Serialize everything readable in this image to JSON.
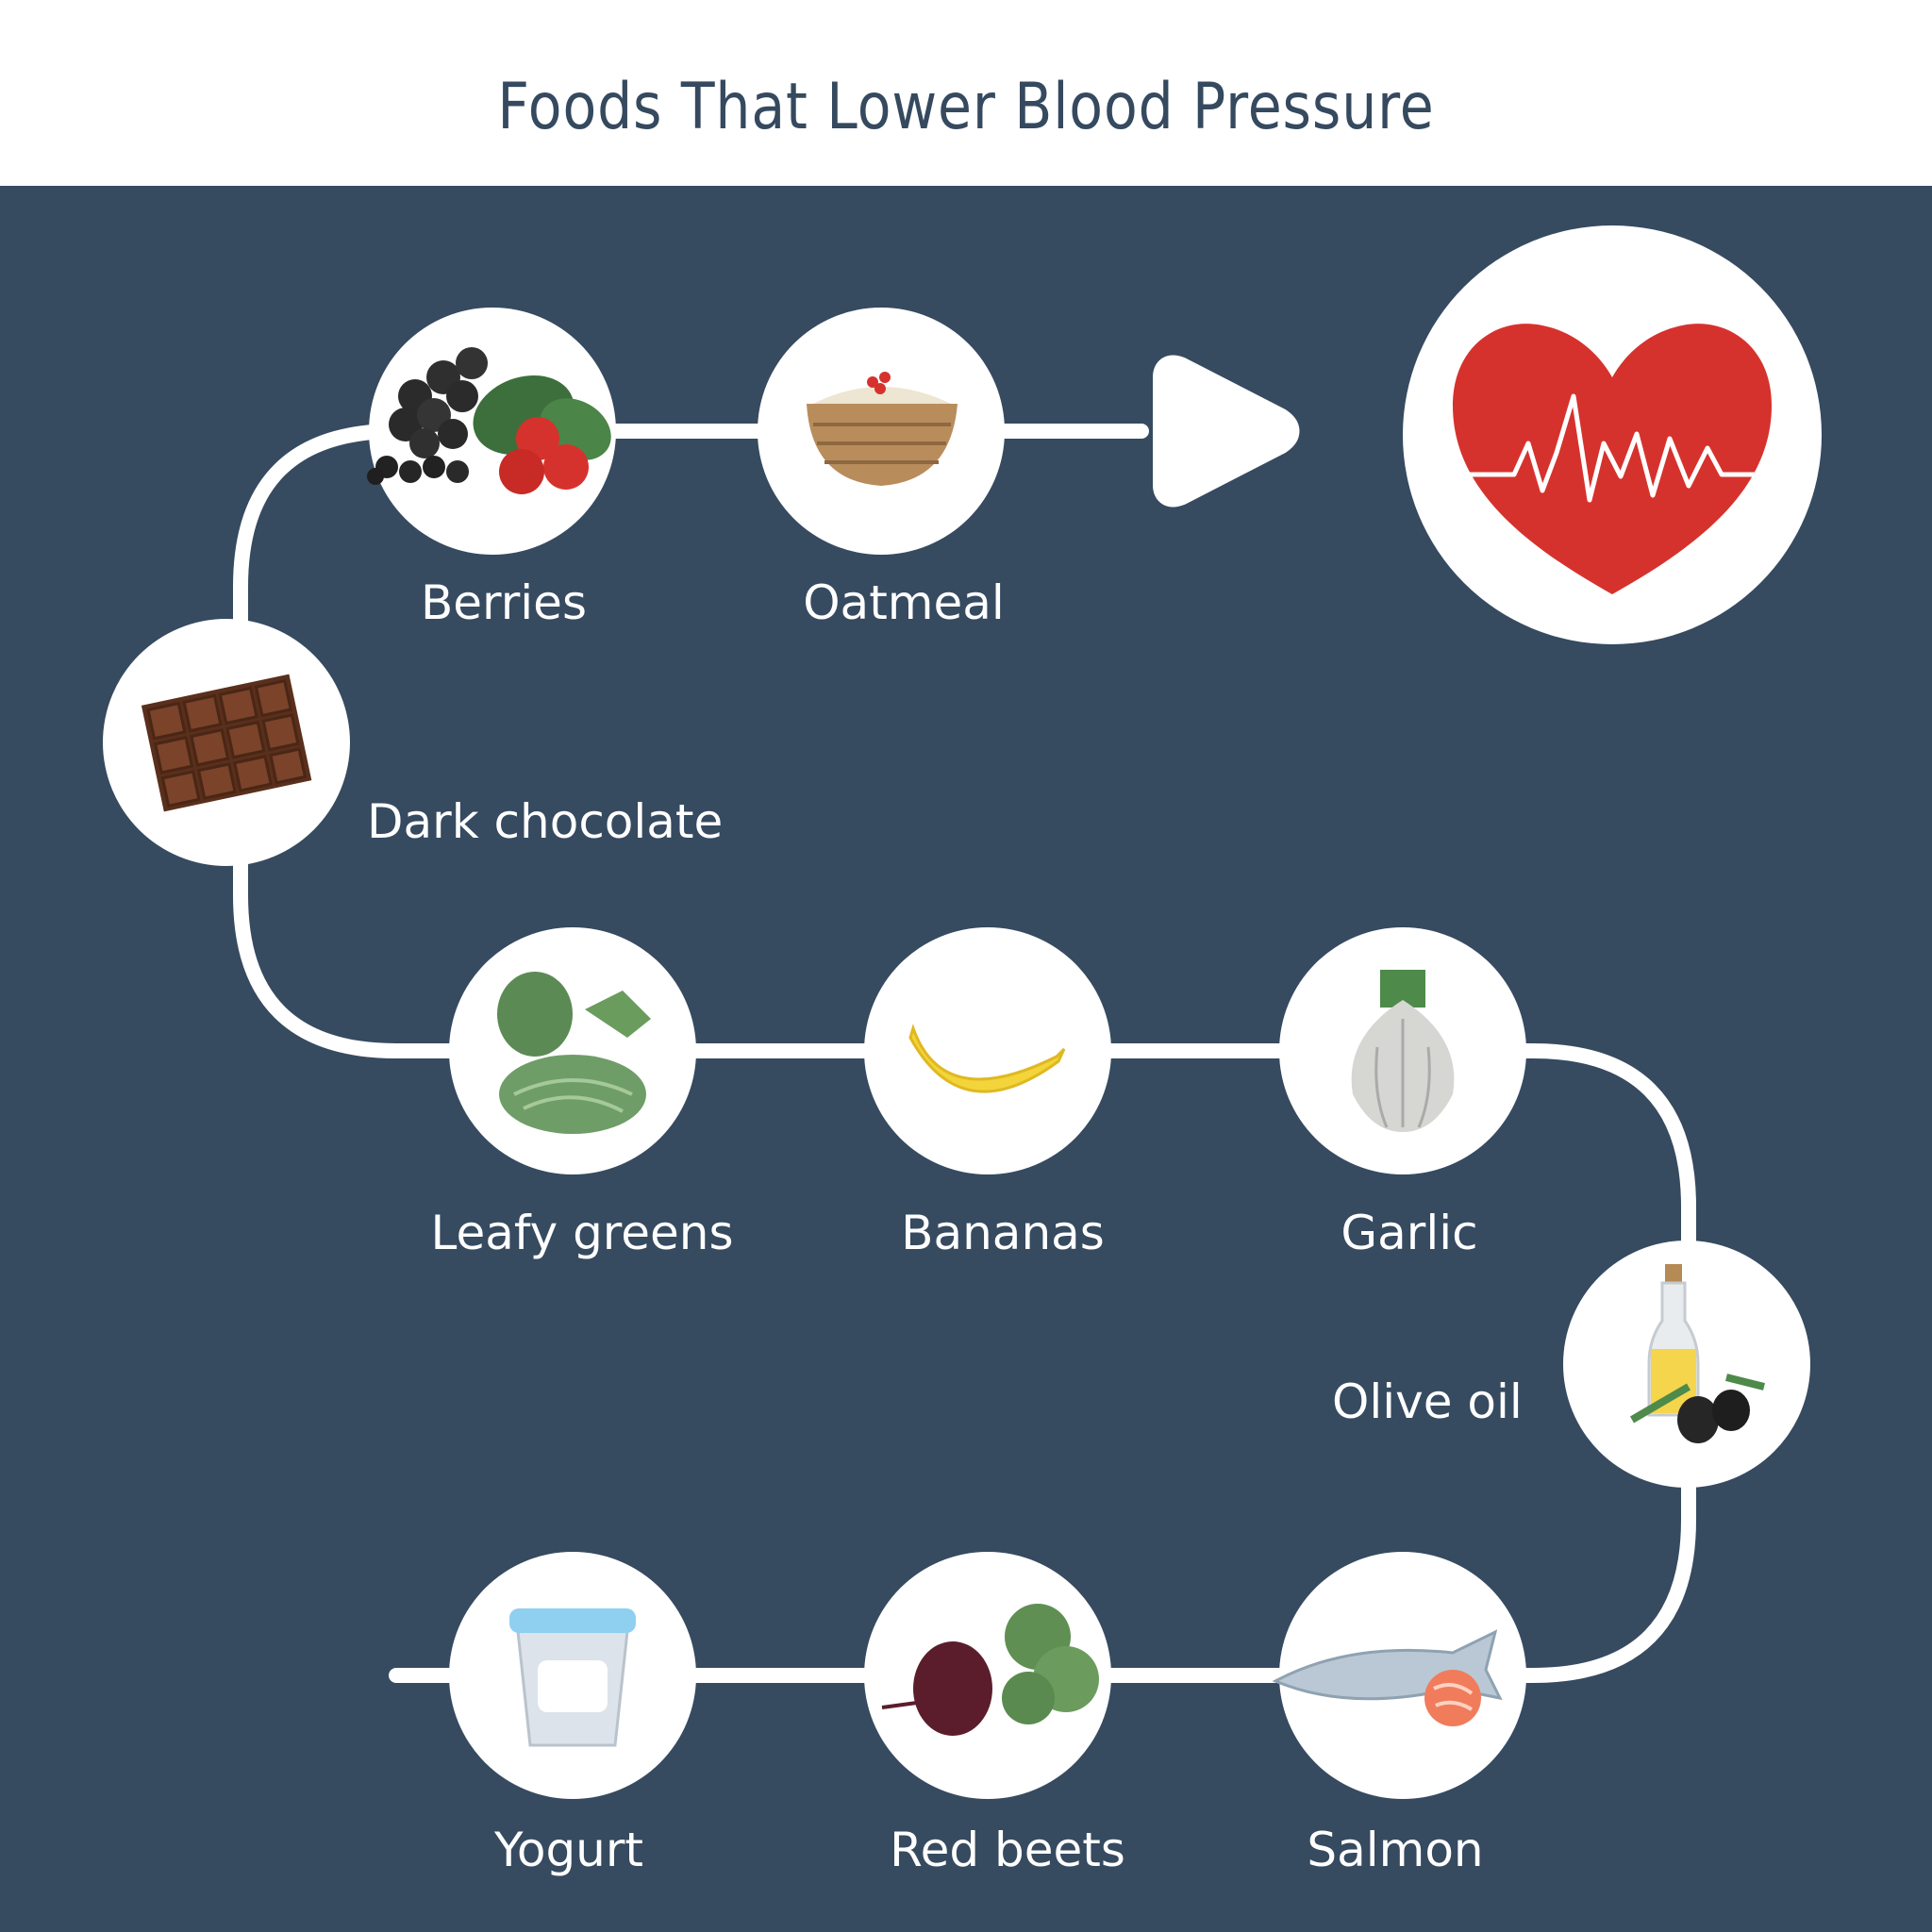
{
  "title": "Foods That Lower Blood Pressure",
  "colors": {
    "background": "#364a60",
    "line": "#ffffff",
    "heart": "#d6322d",
    "title_text": "#35495f"
  },
  "goal": {
    "icon": "heart-pulse-icon"
  },
  "foods": [
    {
      "label": "Berries",
      "icon": "berries-icon"
    },
    {
      "label": "Oatmeal",
      "icon": "oatmeal-bowl-icon"
    },
    {
      "label": "Dark chocolate",
      "icon": "chocolate-bar-icon"
    },
    {
      "label": "Leafy greens",
      "icon": "leafy-greens-icon"
    },
    {
      "label": "Bananas",
      "icon": "banana-icon"
    },
    {
      "label": "Garlic",
      "icon": "garlic-icon"
    },
    {
      "label": "Olive oil",
      "icon": "olive-oil-icon"
    },
    {
      "label": "Yogurt",
      "icon": "yogurt-icon"
    },
    {
      "label": "Red beets",
      "icon": "beet-icon"
    },
    {
      "label": "Salmon",
      "icon": "salmon-icon"
    }
  ]
}
